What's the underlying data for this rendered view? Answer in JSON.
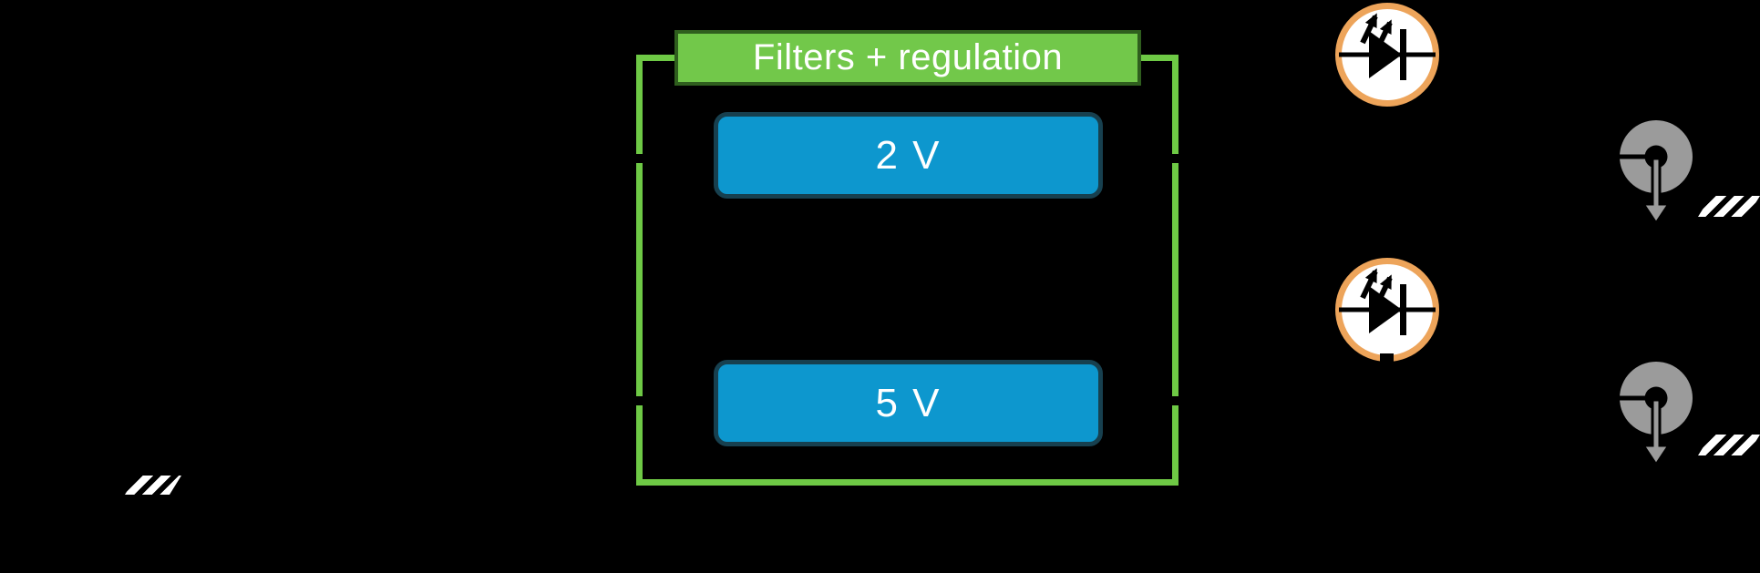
{
  "group": {
    "label": "Filters + regulation"
  },
  "regulators": [
    {
      "label": "2 V"
    },
    {
      "label": "5 V"
    }
  ],
  "icons": {
    "led": "led-diode-icon",
    "probe": "probe-pin-icon",
    "ground": "ground-hatch-icon"
  },
  "colors": {
    "background": "#000000",
    "green_line": "#6EC945",
    "green_fill": "#72C84A",
    "green_dark": "#2F5E1E",
    "blue_fill": "#0D97CE",
    "blue_border": "#17404F",
    "orange": "#EDA45A",
    "gray": "#9B9B9B",
    "text": "#FFFFFF",
    "symbol": "#000000"
  }
}
